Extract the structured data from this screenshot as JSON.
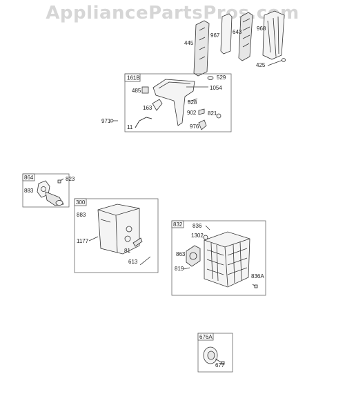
{
  "watermark": "AppliancePartsPros.com",
  "groups": {
    "airfilter": {
      "labels": [
        "445",
        "967",
        "643",
        "968",
        "425"
      ]
    },
    "g161B": {
      "tag": "161B",
      "labels": [
        "529",
        "485",
        "1054",
        "528",
        "163",
        "902",
        "821",
        "11",
        "976"
      ]
    },
    "standalone": {
      "labels": [
        "971"
      ]
    },
    "g864": {
      "tag": "864",
      "labels": [
        "823",
        "883"
      ]
    },
    "g300": {
      "tag": "300",
      "labels": [
        "883",
        "1177",
        "81",
        "613"
      ]
    },
    "g832": {
      "tag": "832",
      "labels": [
        "836",
        "1302",
        "863",
        "819",
        "836A"
      ]
    },
    "g676A": {
      "tag": "676A",
      "labels": [
        "677"
      ]
    }
  }
}
